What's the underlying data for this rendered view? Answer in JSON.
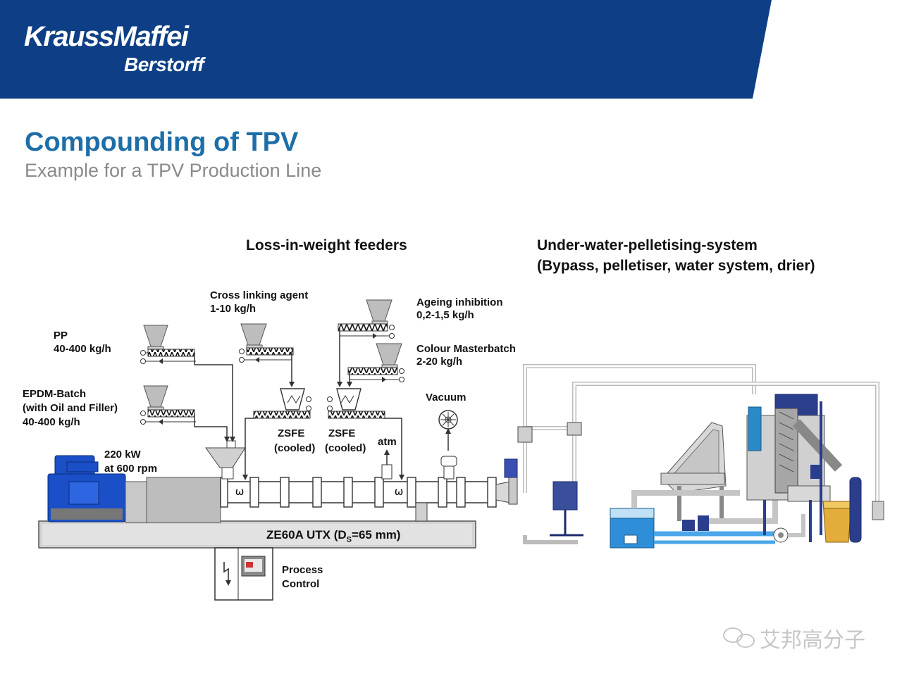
{
  "logo": {
    "brand": "KraussMaffei",
    "division": "Berstorff"
  },
  "page": {
    "title": "Compounding of TPV",
    "subtitle": "Example for a TPV Production Line"
  },
  "sections": {
    "feeders_heading": "Loss-in-weight feeders",
    "pelletising_heading_line1": "Under-water-pelletising-system",
    "pelletising_heading_line2": "(Bypass, pelletiser, water system, drier)"
  },
  "feeders": {
    "pp": {
      "name": "PP",
      "rate": "40-400 kg/h"
    },
    "epdm": {
      "name_line1": "EPDM-Batch",
      "name_line2": "(with Oil and Filler)",
      "rate": "40-400 kg/h"
    },
    "crosslink": {
      "name": "Cross linking agent",
      "rate": "1-10 kg/h"
    },
    "ageing": {
      "name": "Ageing inhibition",
      "rate": "0,2-1,5 kg/h"
    },
    "colour": {
      "name": "Colour Masterbatch",
      "rate": "2-20 kg/h"
    }
  },
  "side_feeders": [
    {
      "name": "ZSFE",
      "note": "(cooled)"
    },
    {
      "name": "ZSFE",
      "note": "(cooled)"
    }
  ],
  "vacuum_label": "Vacuum",
  "atm_label": "atm",
  "motor": {
    "power": "220 kW",
    "speed": "at 600 rpm"
  },
  "extruder": {
    "model": "ZE60A UTX (D",
    "subscript": "S",
    "diameter": "=65 mm)"
  },
  "process_control": {
    "line1": "Process",
    "line2": "Control"
  },
  "watermark": "艾邦高分子",
  "colors": {
    "header_blue": "#0e3f86",
    "title_blue": "#1d6ea8",
    "machine_blue": "#1a4fc8",
    "base_gray": "#d3d3d3"
  },
  "icons": [
    "wechat-icon",
    "vacuum-pump-icon",
    "lightning-icon",
    "monitor-icon"
  ]
}
